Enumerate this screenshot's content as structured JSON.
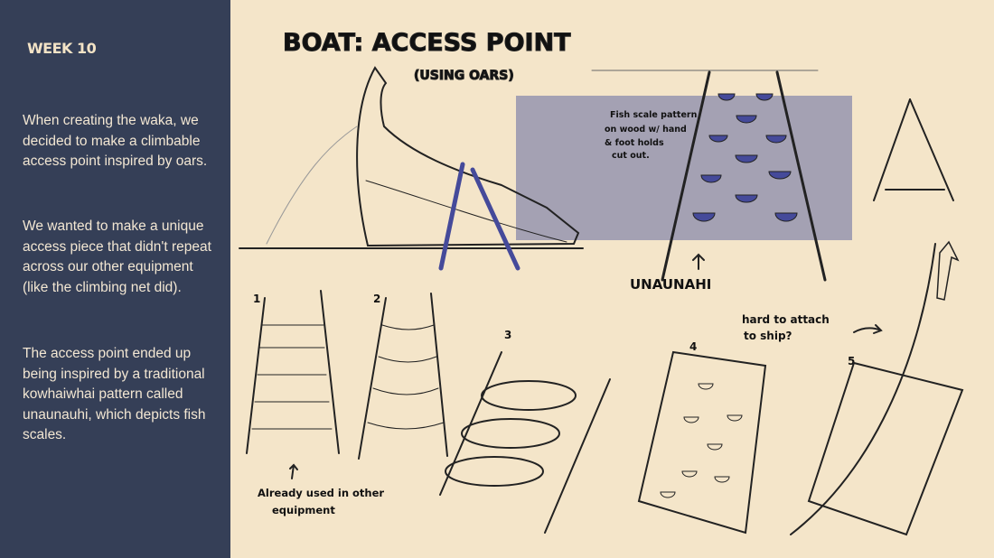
{
  "sidebar": {
    "week": "WEEK 10",
    "paragraphs": [
      "When creating the waka, we decided to make a climbable access point inspired by oars.",
      "We wanted to make a unique access piece that didn't repeat across our other equipment (like the climbing net did).",
      "The access point ended up being inspired by a traditional kowhaiwhai pattern called unaunauhi, which depicts fish scales."
    ]
  },
  "sketch": {
    "title": "BOAT: ACCESS POINT",
    "subtitle": "(USING OARS)",
    "note_fish": [
      "Fish scale pattern",
      "on wood w/ hand",
      "& foot holds",
      "cut out."
    ],
    "label_unaunahi": "UNAUNAHI",
    "note_ship": [
      "hard to attach",
      "to ship?"
    ],
    "note_used": [
      "Already used in other",
      "equipment"
    ],
    "option_numbers": [
      "1",
      "2",
      "3",
      "4",
      "5"
    ]
  },
  "colors": {
    "sidebar": "#353f57",
    "background": "#f4e5c9",
    "panel": "#a4a1b3",
    "accent": "#454a9a"
  }
}
